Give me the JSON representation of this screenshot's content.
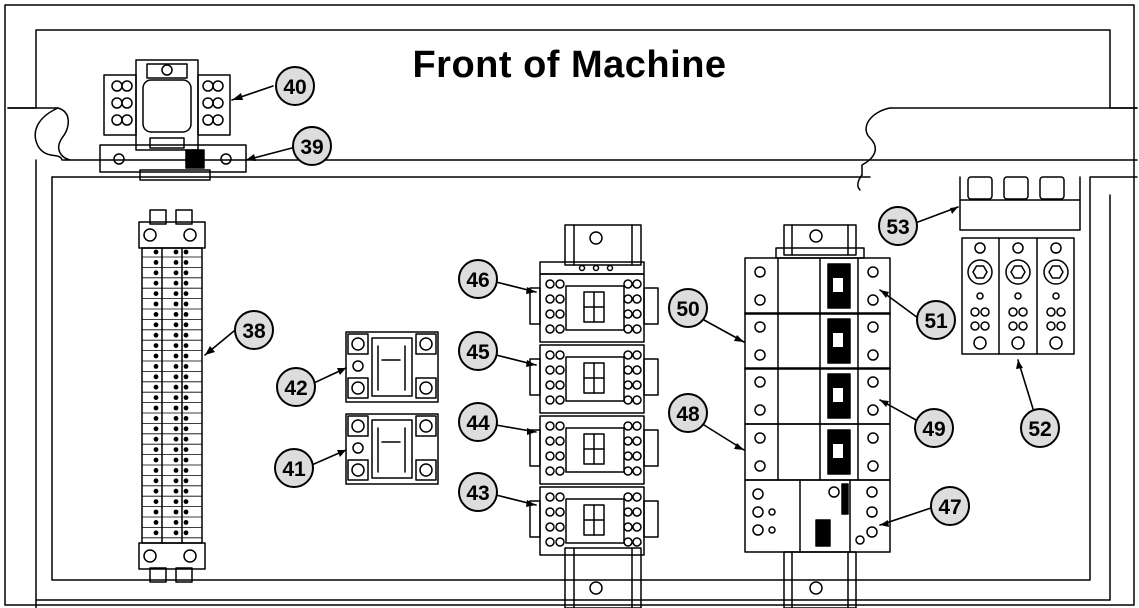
{
  "title": "Front of Machine",
  "callouts": [
    {
      "id": "c38",
      "label": "38"
    },
    {
      "id": "c39",
      "label": "39"
    },
    {
      "id": "c40",
      "label": "40"
    },
    {
      "id": "c41",
      "label": "41"
    },
    {
      "id": "c42",
      "label": "42"
    },
    {
      "id": "c43",
      "label": "43"
    },
    {
      "id": "c44",
      "label": "44"
    },
    {
      "id": "c45",
      "label": "45"
    },
    {
      "id": "c46",
      "label": "46"
    },
    {
      "id": "c47",
      "label": "47"
    },
    {
      "id": "c48",
      "label": "48"
    },
    {
      "id": "c49",
      "label": "49"
    },
    {
      "id": "c50",
      "label": "50"
    },
    {
      "id": "c51",
      "label": "51"
    },
    {
      "id": "c52",
      "label": "52"
    },
    {
      "id": "c53",
      "label": "53"
    }
  ],
  "colors": {
    "line": "#000000",
    "callout_fill": "#dddddd",
    "background": "#ffffff"
  }
}
